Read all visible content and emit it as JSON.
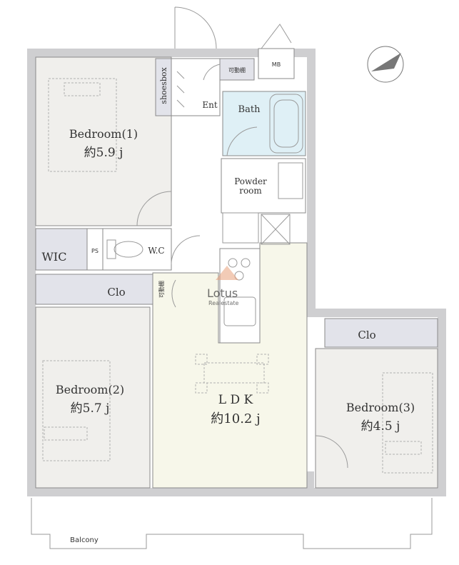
{
  "rooms": {
    "bedroom1": {
      "name": "Bedroom(1)",
      "size": "約5.9 j"
    },
    "bedroom2": {
      "name": "Bedroom(2)",
      "size": "約5.7 j"
    },
    "bedroom3": {
      "name": "Bedroom(3)",
      "size": "約4.5 j"
    },
    "ldk": {
      "name": "L D K",
      "size": "約10.2 j"
    },
    "bath": "Bath",
    "powder_line1": "Powder",
    "powder_line2": "room",
    "wc": "W.C",
    "wic": "WIC",
    "ps": "PS",
    "clo_left": "Clo",
    "clo_right": "Clo",
    "ent": "Ent",
    "shoesbox": "shoesbox",
    "balcony": "Balcony",
    "mb": "MB",
    "shelf_top": "可動棚",
    "shelf_mid": "可動棚"
  },
  "watermark": {
    "brand": "Lotus",
    "sub": "Realestate"
  },
  "colors": {
    "wall": "#cfcfd1",
    "bedroom_floor": "#f0efec",
    "ldk_floor": "#f7f7ea",
    "wet_floor": "#dff0f6",
    "closet_floor": "#e2e3ea",
    "watermark": "#e8a07a"
  },
  "icons": [
    "compass-icon",
    "lotus-logo-icon"
  ]
}
